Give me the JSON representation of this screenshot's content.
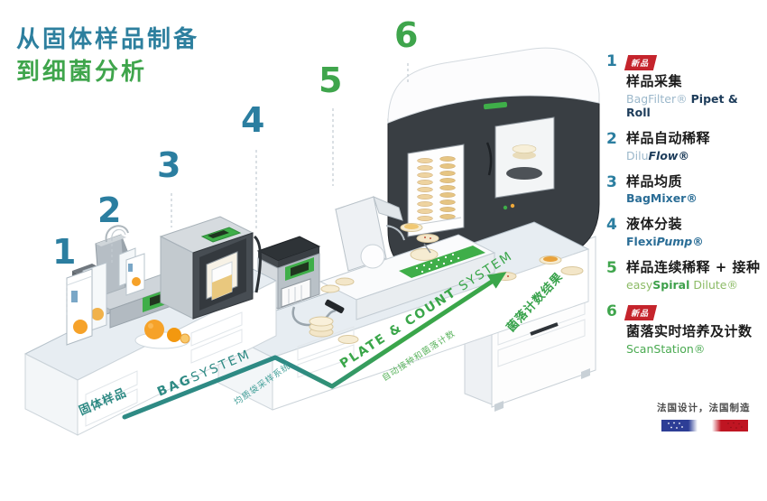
{
  "title": {
    "line1": "从固体样品制备",
    "line2": "到细菌分析"
  },
  "markers": [
    "1",
    "2",
    "3",
    "4",
    "5",
    "6"
  ],
  "flow": {
    "start": "固体样品",
    "bag_bold": "BAG",
    "bag_rest": "SYSTEM",
    "bag_sub": "均质袋采样系统",
    "plate_bold": "PLATE & COUNT",
    "plate_rest": "SYSTEM",
    "plate_sub": "自动接种和菌落计数",
    "end": "菌落计数结果"
  },
  "steps": [
    {
      "num": "1",
      "badge": "新品",
      "label": "样品采集",
      "brand_a": "BagFilter®",
      "brand_b": "Pipet & Roll"
    },
    {
      "num": "2",
      "label": "样品自动稀释",
      "brand_a": "Dilu",
      "brand_b": "Flow®"
    },
    {
      "num": "3",
      "label": "样品均质",
      "brand_a": "BagMixer®"
    },
    {
      "num": "4",
      "label": "液体分装",
      "brand_a": "Flexi",
      "brand_b": "Pump®"
    },
    {
      "num": "5",
      "label": "样品连续稀释 + 接种",
      "brand_a": "easy",
      "brand_b": "Spiral",
      "brand_c": "Dilute®"
    },
    {
      "num": "6",
      "badge": "新品",
      "label": "菌落实时培养及计数",
      "brand_a": "ScanStation®"
    }
  ],
  "footer": {
    "text": "法国设计，法国制造"
  },
  "colors": {
    "title_blue": "#2d7f9e",
    "title_green": "#3fa54c",
    "marker_blue": "#2b7ea0",
    "marker_green": "#3fa54c",
    "badge_red": "#c5242c",
    "flow_teal": "#2e8a84",
    "flow_green": "#3aa64a",
    "machine_green_panel": "#3fae49"
  },
  "icons": {
    "eu_flag": "eu-flag",
    "made_in_france": "france-flag"
  }
}
